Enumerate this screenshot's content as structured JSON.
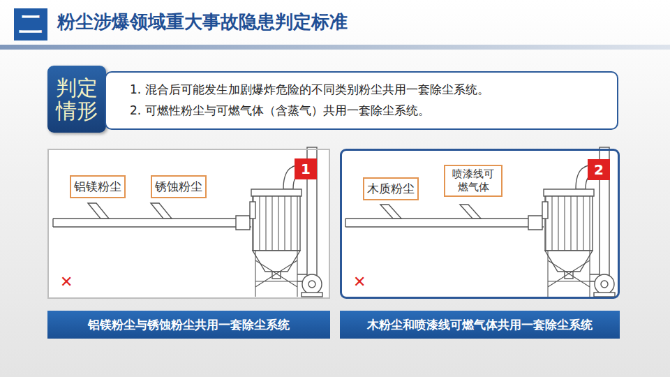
{
  "diagram": {
    "title": "粉尘涉爆领域重大事故隐患判定标准",
    "nodes": [
      {
        "text": [
          "二"
        ]
      },
      {
        "text": [
          "判定情形"
        ]
      },
      {
        "text": [
          "1. 混合后可能发生加剧爆炸危险的不同类别粉尘共用一套除尘系统。",
          "2. 可燃性粉尘与可燃气体（含蒸气）共用一套除尘系统。"
        ]
      },
      {
        "text": []
      },
      {
        "text": [
          "铝镁粉尘"
        ],
        "in": 3
      },
      {
        "text": [
          "锈蚀粉尘"
        ],
        "in": 3
      },
      {
        "text": [
          "1"
        ],
        "in": 3
      },
      {
        "text": [
          "铝镁粉尘与锈蚀粉尘共用一套除尘系统"
        ]
      },
      {
        "text": []
      },
      {
        "text": [
          "木质粉尘"
        ],
        "in": 8
      },
      {
        "text": [
          "喷漆线可 燃气体"
        ],
        "in": 8
      },
      {
        "text": [
          "2"
        ],
        "in": 8
      },
      {
        "text": [
          "木粉尘和喷漆线可燃气体共用一套除尘系统"
        ]
      }
    ],
    "labels": [
      "✕",
      "✕"
    ]
  }
}
